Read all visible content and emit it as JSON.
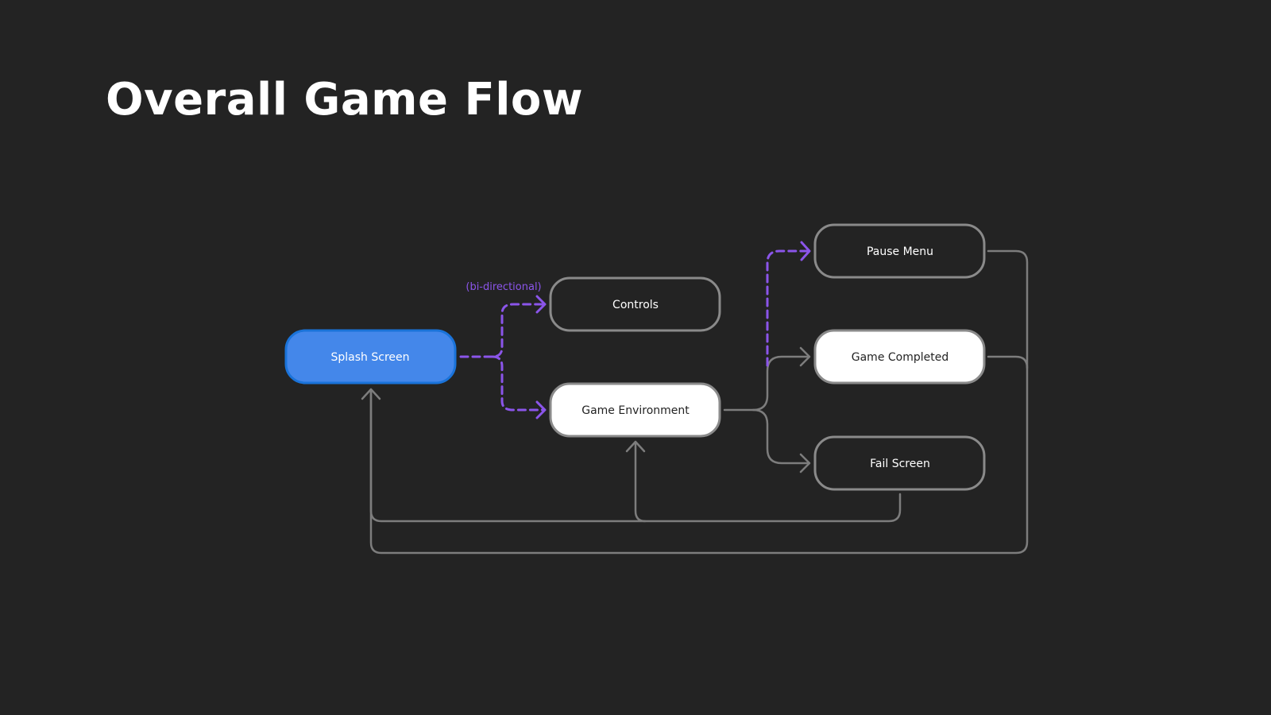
{
  "title": "Overall Game Flow",
  "colors": {
    "background": "#232323",
    "accent_blue": "#4487ea",
    "accent_blue_border": "#1a73d9",
    "dashed_purple": "#8b55ea",
    "connector_gray": "#7d7d7d",
    "node_border": "#8a8a8a"
  },
  "diagram": {
    "annotation": "(bi-directional)",
    "nodes": {
      "splash": "Splash Screen",
      "controls": "Controls",
      "environment": "Game Environment",
      "pause": "Pause Menu",
      "completed": "Game Completed",
      "fail": "Fail Screen"
    },
    "edges": [
      {
        "from": "Splash Screen",
        "to": "Controls",
        "style": "dashed",
        "bidirectional": true
      },
      {
        "from": "Splash Screen",
        "to": "Game Environment",
        "style": "dashed"
      },
      {
        "from": "Game Environment",
        "to": "Pause Menu",
        "style": "dashed"
      },
      {
        "from": "Game Environment",
        "to": "Game Completed",
        "style": "solid"
      },
      {
        "from": "Game Environment",
        "to": "Fail Screen",
        "style": "solid"
      },
      {
        "from": "Fail Screen",
        "to": "Game Environment",
        "style": "solid"
      },
      {
        "from": "Fail Screen",
        "to": "Splash Screen",
        "style": "solid"
      },
      {
        "from": "Pause Menu",
        "to": "Splash Screen",
        "style": "solid"
      },
      {
        "from": "Game Completed",
        "to": "Splash Screen",
        "style": "solid"
      }
    ]
  }
}
